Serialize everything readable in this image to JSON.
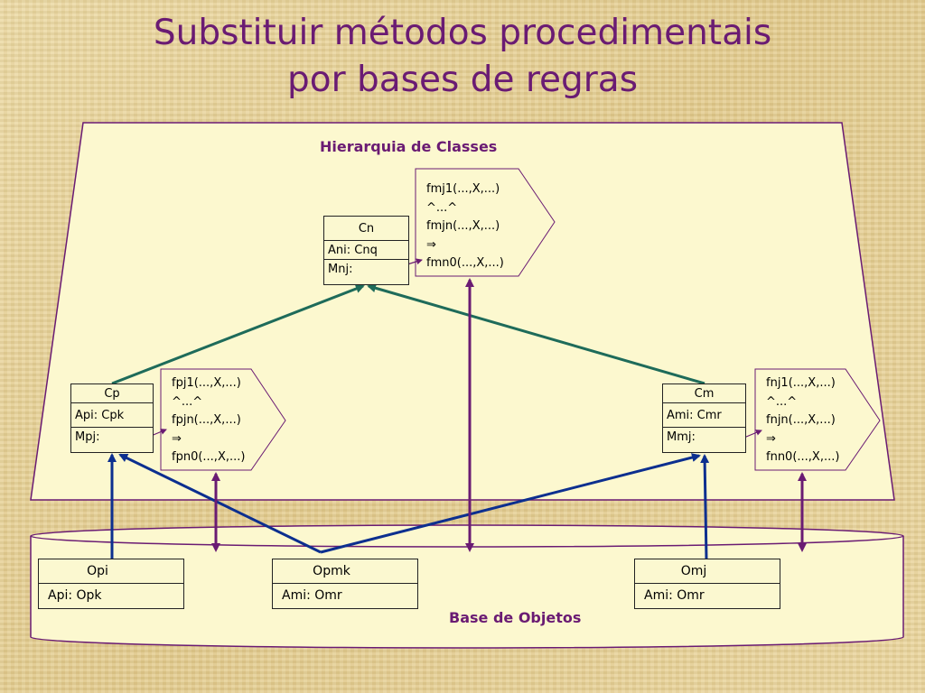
{
  "title": {
    "line1": "Substituir métodos procedimentais",
    "line2": "por bases de regras"
  },
  "hierarchy_label": "Hierarquia de Classes",
  "base_label": "Base de Objetos",
  "classes": {
    "cn": {
      "name": "Cn",
      "attr": "Ani: Cnq",
      "method": "Mnj:"
    },
    "cp": {
      "name": "Cp",
      "attr": "Api: Cpk",
      "method": "Mpj:"
    },
    "cm": {
      "name": "Cm",
      "attr": "Ami: Cmr",
      "method": "Mmj:"
    }
  },
  "rules": {
    "cn": [
      "fmj1(...,X,...)",
      "^...^",
      "fmjn(...,X,...)",
      "⇒",
      "fmn0(...,X,...)"
    ],
    "cp": [
      "fpj1(...,X,...)",
      "^...^",
      "fpjn(...,X,...)",
      "⇒",
      "fpn0(...,X,...)"
    ],
    "cm": [
      "fnj1(...,X,...)",
      "^...^",
      "fnjn(...,X,...)",
      "⇒",
      "fnn0(...,X,...)"
    ]
  },
  "objects": {
    "opi": {
      "name": "Opi",
      "attr": "Api: Opk"
    },
    "opmk": {
      "name": "Opmk",
      "attr": "Ami: Omr"
    },
    "omj": {
      "name": "Omj",
      "attr": "Ami: Omr"
    }
  },
  "colors": {
    "title": "#6a1b73",
    "inheritance": "#1e6b5a",
    "instance": "#0c2f8f",
    "rule_link": "#6a1b73",
    "panel_fill": "#fcf8cf",
    "panel_stroke": "#6a1b73"
  }
}
